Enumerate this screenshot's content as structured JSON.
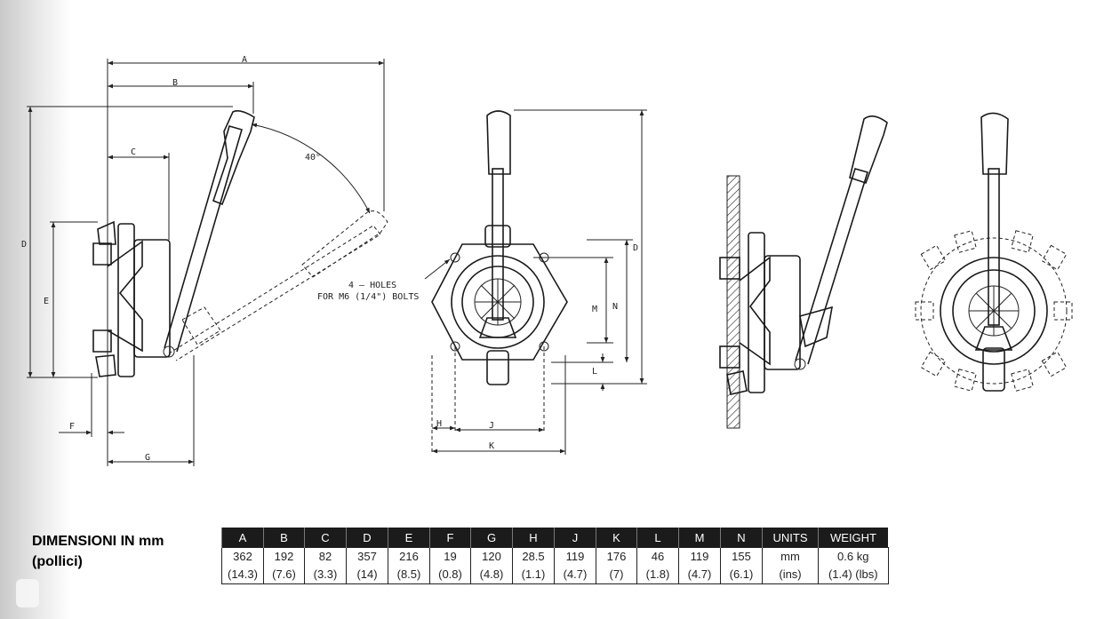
{
  "labels": {
    "dim_a": "A",
    "dim_b": "B",
    "dim_c": "C",
    "dim_d": "D",
    "dim_e": "E",
    "dim_f": "F",
    "dim_g": "G",
    "dim_h": "H",
    "dim_j": "J",
    "dim_k": "K",
    "dim_l": "L",
    "dim_m": "M",
    "dim_n": "N",
    "angle": "40°",
    "holes_line1": "4 – HOLES",
    "holes_line2": "FOR M6 (1/4\") BOLTS"
  },
  "caption": {
    "line1": "DIMENSIONI IN mm",
    "line2": "(pollici)"
  },
  "table": {
    "columns": [
      {
        "head": "A",
        "mm": "362",
        "inch": "(14.3)"
      },
      {
        "head": "B",
        "mm": "192",
        "inch": "(7.6)"
      },
      {
        "head": "C",
        "mm": "82",
        "inch": "(3.3)"
      },
      {
        "head": "D",
        "mm": "357",
        "inch": "(14)"
      },
      {
        "head": "E",
        "mm": "216",
        "inch": "(8.5)"
      },
      {
        "head": "F",
        "mm": "19",
        "inch": "(0.8)"
      },
      {
        "head": "G",
        "mm": "120",
        "inch": "(4.8)"
      },
      {
        "head": "H",
        "mm": "28.5",
        "inch": "(1.1)"
      },
      {
        "head": "J",
        "mm": "119",
        "inch": "(4.7)"
      },
      {
        "head": "K",
        "mm": "176",
        "inch": "(7)"
      },
      {
        "head": "L",
        "mm": "46",
        "inch": "(1.8)"
      },
      {
        "head": "M",
        "mm": "119",
        "inch": "(4.7)"
      },
      {
        "head": "N",
        "mm": "155",
        "inch": "(6.1)"
      },
      {
        "head": "UNITS",
        "mm": "mm",
        "inch": "(ins)"
      },
      {
        "head": "WEIGHT",
        "mm": "0.6 kg",
        "inch": "(1.4) (lbs)"
      }
    ]
  }
}
